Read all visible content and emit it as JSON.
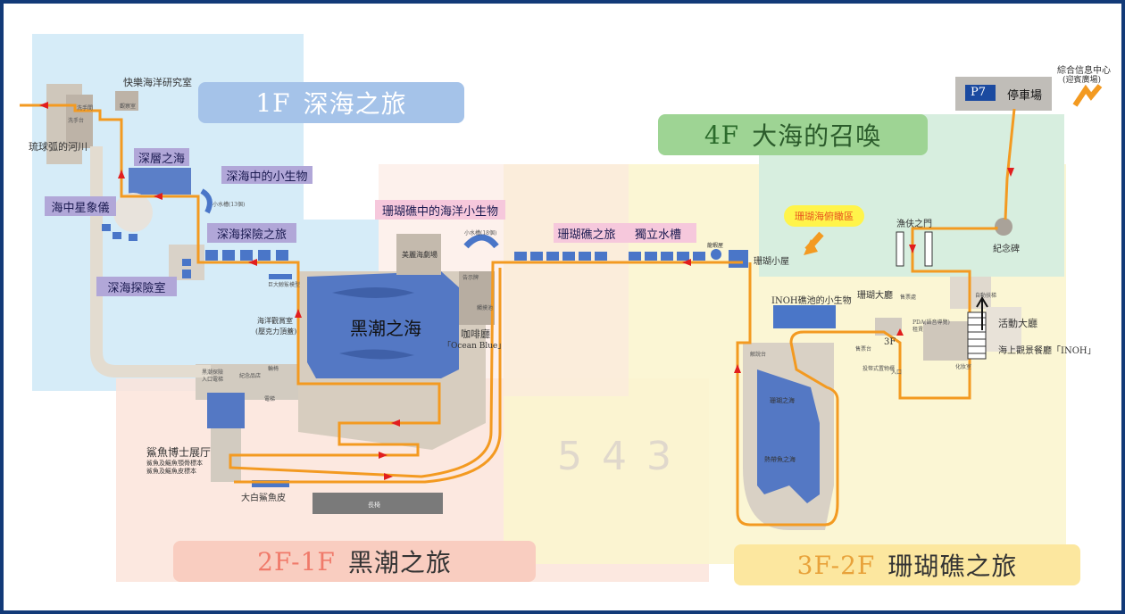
{
  "zones": {
    "f1": {
      "title": "1F",
      "subtitle": "深海之旅",
      "color": "#d6ecf8",
      "banner_color": "#8db9e4"
    },
    "f4": {
      "title": "4F",
      "subtitle": "大海的召喚",
      "color": "#d7eedf",
      "banner_color": "#8fcf8a"
    },
    "f3": {
      "title": "3F-2F",
      "subtitle": "珊瑚礁之旅",
      "color": "#fbf5cf",
      "banner_color": "#fbe59d"
    },
    "f2": {
      "title": "2F-1F",
      "subtitle": "黑潮之旅",
      "color": "#fbe4da",
      "banner_color": "#f8c7bb"
    }
  },
  "labels": {
    "lab": "快樂海洋研究室",
    "river": "琉球弧的河川",
    "deep_sea": "深層之海",
    "small_creatures_deep": "深海中的小生物",
    "planetarium": "海中星象儀",
    "deep_explore_tour": "深海探險之旅",
    "deep_explore_room": "深海探險室",
    "small_tank_13": "小水槽(13個)",
    "small_tank_18": "小水槽(18個)",
    "kuroshio": "黑潮之海",
    "cafe": "咖啡廳",
    "cafe_en": "「Ocean Blue」",
    "ocean_theater": "美麗海劇場",
    "observation_room": "海洋觀賞室",
    "observation_room_sub": "(壓克力頂蓋)",
    "coral_small_creatures": "珊瑚礁中的海洋小生物",
    "coral_tour": "珊瑚礁之旅",
    "indep_tank": "獨立水槽",
    "coral_hut": "珊瑚小屋",
    "dragon_house": "龍蝦屋",
    "shark_museum": "鯊魚博士展厅",
    "shark_line1": "鯊魚及鰩魚顎骨標本",
    "shark_line2": "鯊魚及鰩魚皮標本",
    "white_shark_skin": "大白鯊魚皮",
    "long_bench": "長椅",
    "coral_sea": "珊瑚之海",
    "tropical_sea": "熱帶魚之海",
    "inoh": "INOH礁池的小生物",
    "coral_hall": "珊瑚大廳",
    "activity_hall": "活動大廳",
    "restaurant": "海上觀景餐廳「INOH」",
    "fisher_gate": "漁伕之門",
    "monument": "紀念碑",
    "parking": "停車場",
    "parking_code": "P7",
    "info_center": "綜合信息中心",
    "info_center_sub": "(迎賓廣場)",
    "coral_view": "珊瑚海俯瞰區",
    "floor_3f": "3F",
    "escalator": "自動扶梯",
    "entrance": "入口",
    "ticket": "售票台",
    "souvenir": "售票處",
    "locker": "投幣式置物櫃",
    "pda": "PDA(語音導覽)",
    "pda2": "租賃",
    "shark_entrance": "黑潮探險",
    "shark_entrance2": "入口電梯",
    "camera": "巨大鯨鯊模型",
    "hand_wash": "洗手台",
    "toilet": "洗手間",
    "shop": "紀念品店",
    "wheelchair": "輪椅",
    "elevator": "電梯",
    "restroom2": "化妝室",
    "lab_room": "觀察室",
    "explanation": "解說台",
    "touch": "觸摸池",
    "event_info": "告示牌",
    "watermark": "543"
  }
}
